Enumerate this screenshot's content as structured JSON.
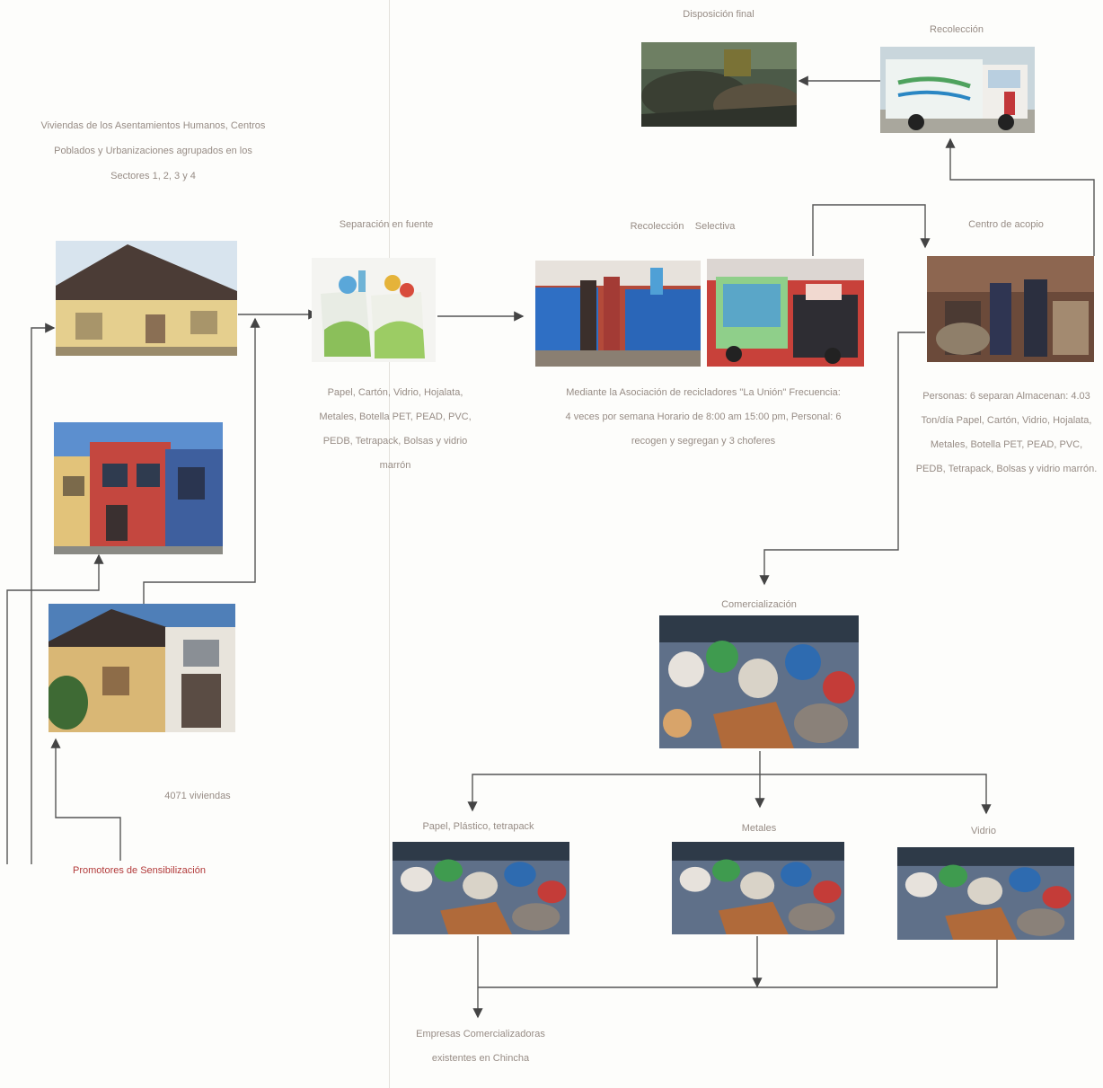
{
  "nodes": {
    "disposicion": {
      "title": "Disposición final",
      "image": "landfill-photo"
    },
    "recoleccion": {
      "title": "Recolección",
      "image": "garbage-truck-photo"
    },
    "viviendas": {
      "title": "Viviendas de los Asentamientos Humanos, Centros Poblados y Urbanizaciones agrupados en los Sectores 1, 2, 3 y 4",
      "image": "house-photos"
    },
    "separacion": {
      "title": "Separación en fuente",
      "image": "recycling-bags-photo",
      "description": "Papel, Cartón, Vidrio, Hojalata, Metales, Botella PET, PEAD, PVC, PEDB, Tetrapack, Bolsas y vidrio marrón"
    },
    "selectiva": {
      "title": "Recolección    Selectiva",
      "image": "recycler-tricycles-photo",
      "description": "Mediante la Asociación de recicladores \"La Unión\" Frecuencia: 4 veces por semana Horario de 8:00 am 15:00 pm, Personal: 6 recogen y segregan y 3 choferes"
    },
    "acopio": {
      "title": "Centro de acopio",
      "image": "collection-center-photo",
      "description": "Personas: 6 separan Almacenan: 4.03 Ton/día Papel, Cartón, Vidrio, Hojalata, Metales, Botella PET, PEAD, PVC, PEDB, Tetrapack, Bolsas y vidrio marrón."
    },
    "comercializacion": {
      "title": "Comercialización",
      "image": "market-photo"
    },
    "papel": {
      "title": "Papel, Plástico, tetrapack",
      "image": "market-photo"
    },
    "metales": {
      "title": "Metales",
      "image": "market-photo"
    },
    "vidrio": {
      "title": "Vidrio",
      "image": "market-photo"
    },
    "empresas": {
      "title": "Empresas Comercializadoras existentes en Chincha"
    },
    "viviendas_count": {
      "title": "4071 viviendas"
    },
    "promotores": {
      "title": "Promotores de Sensibilización"
    }
  },
  "colors": {
    "arrow": "#444444",
    "text": "#978c85"
  }
}
